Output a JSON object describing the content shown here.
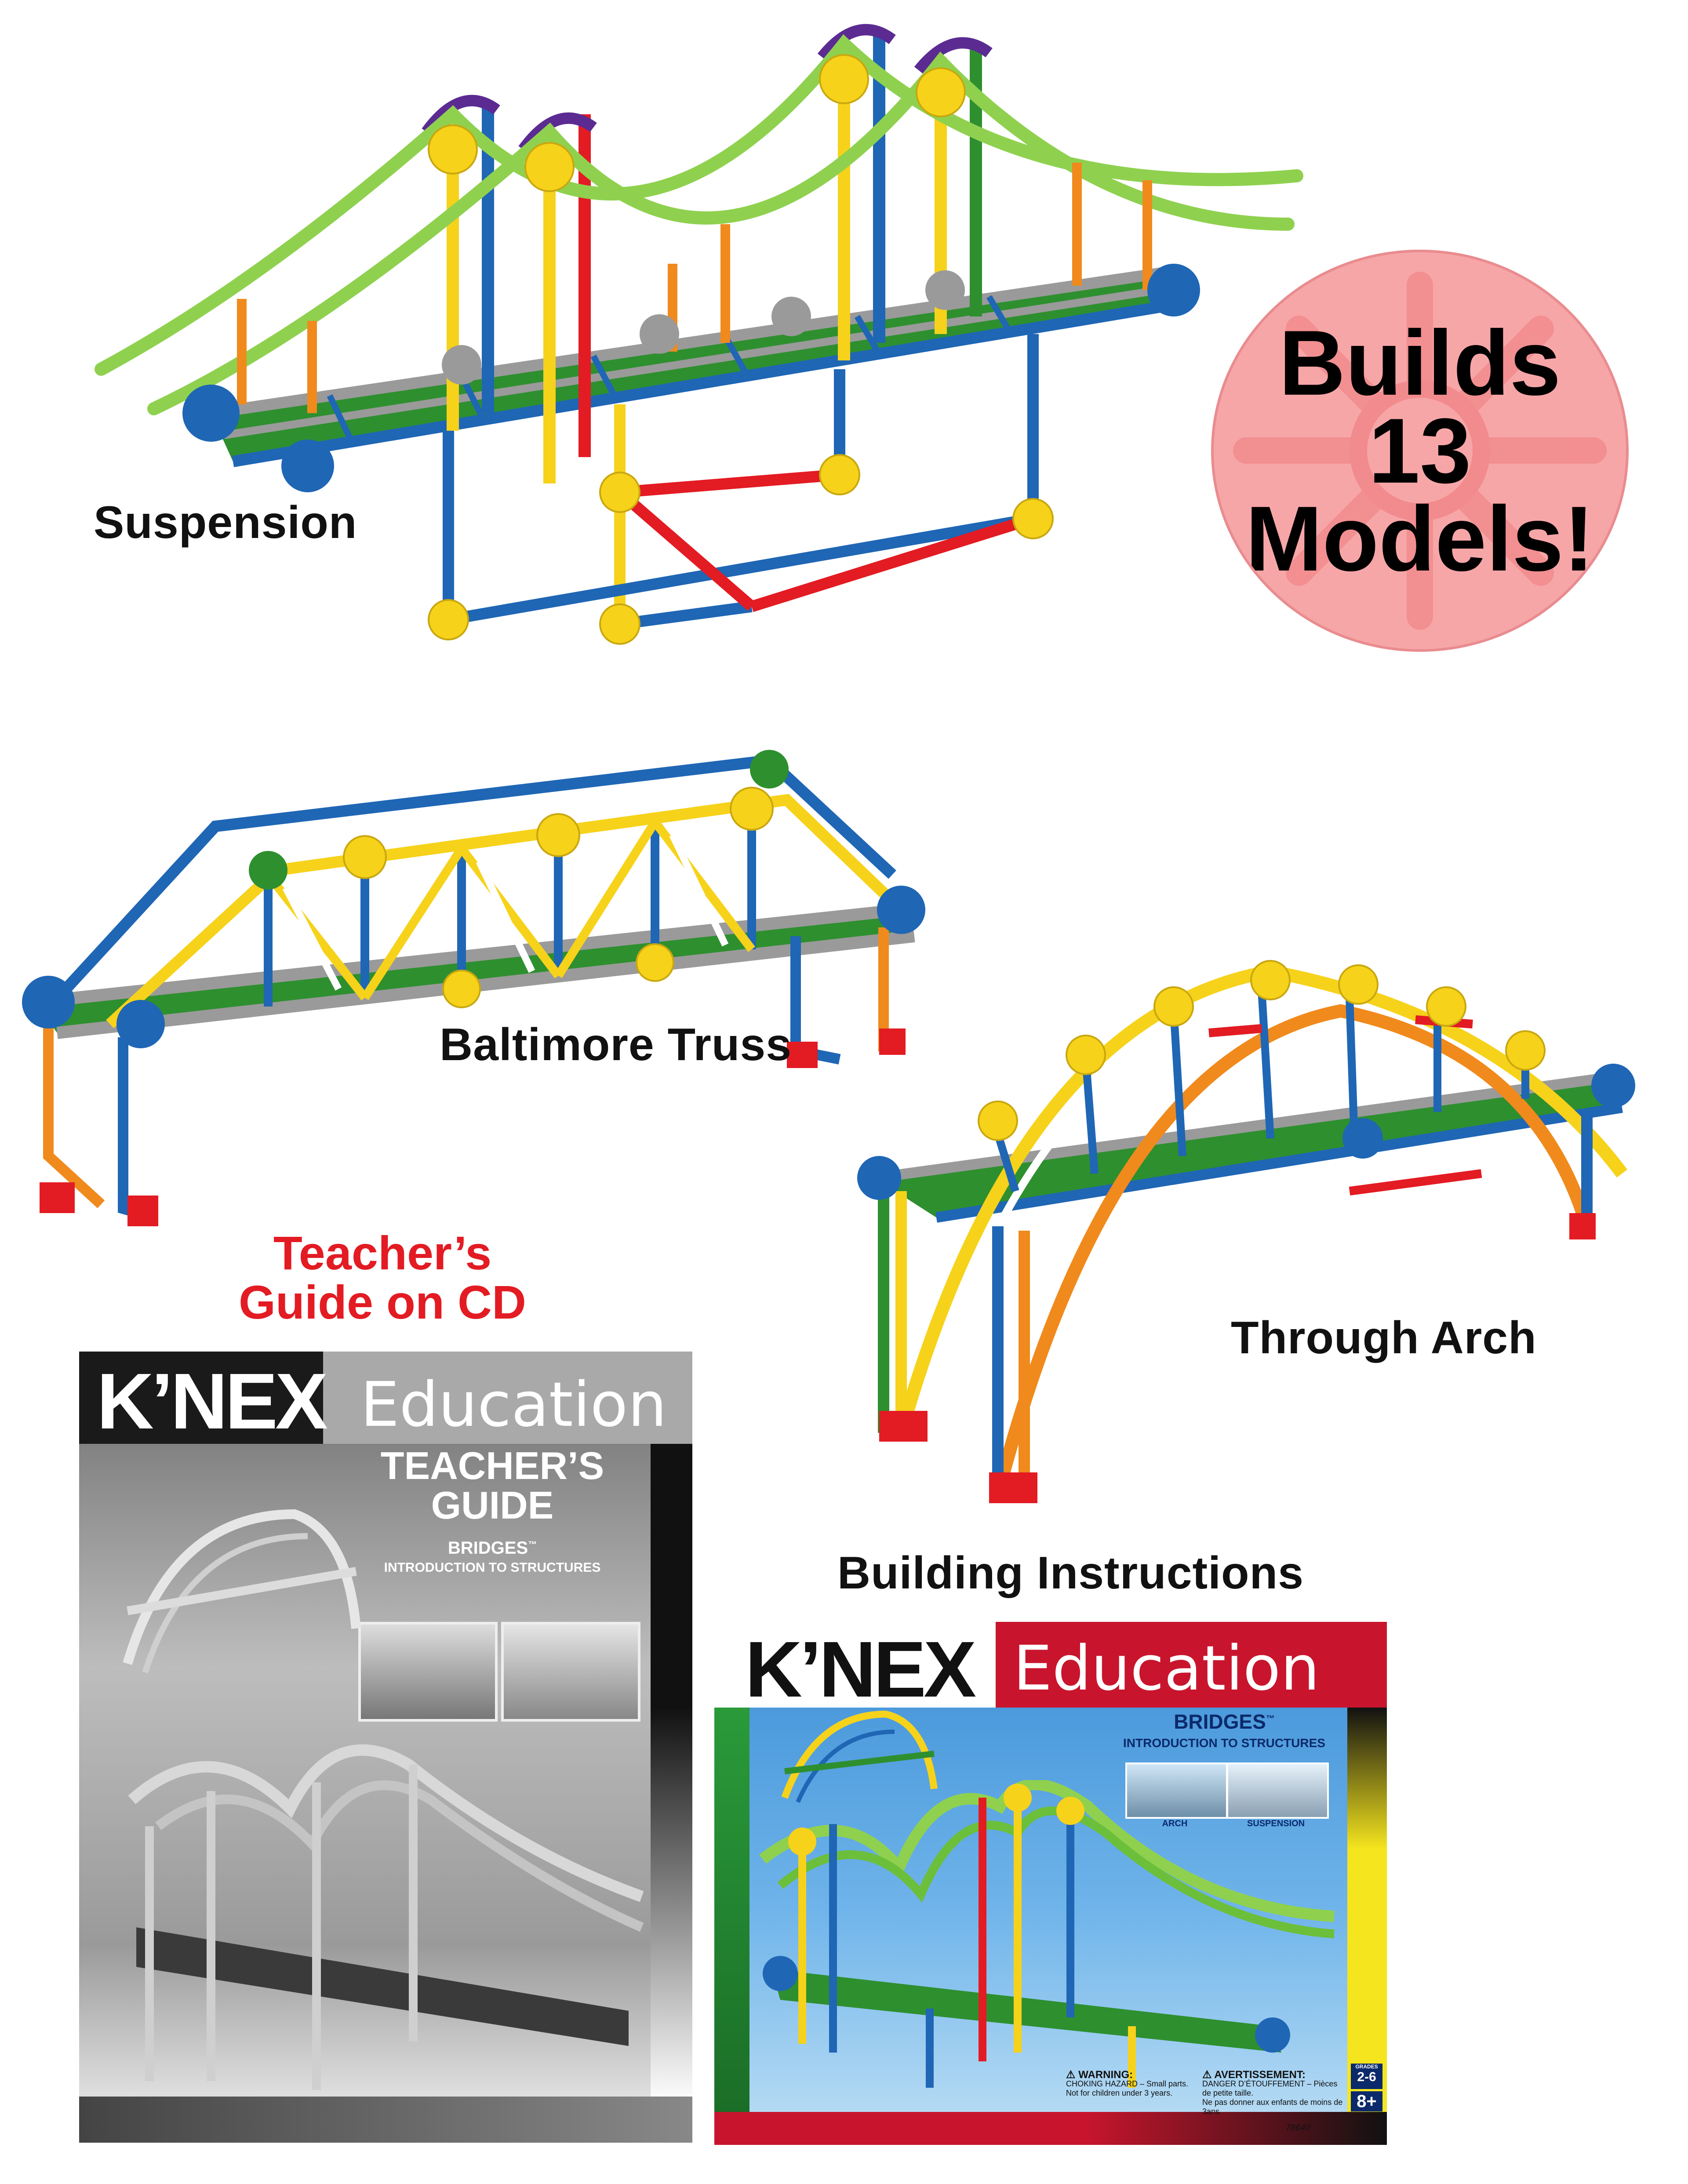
{
  "models": {
    "suspension_label": "Suspension",
    "truss_label": "Baltimore Truss",
    "arch_label": "Through Arch"
  },
  "badge": {
    "line1": "Builds",
    "line2": "13",
    "line3": "Models!"
  },
  "teacher_caption": {
    "line1": "Teacher’s",
    "line2": "Guide on CD"
  },
  "building_caption": "Building Instructions",
  "teacher_cover": {
    "brand": "K’NEX",
    "brand_sub": "Education",
    "title_line1": "TEACHER’S",
    "title_line2": "GUIDE",
    "product": "BRIDGES",
    "tm": "™",
    "subtitle": "INTRODUCTION TO STRUCTURES"
  },
  "instructions_cover": {
    "brand": "K’NEX",
    "brand_sub": "Education",
    "product": "BRIDGES",
    "tm": "™",
    "subtitle": "INTRODUCTION TO STRUCTURES",
    "thumb1_label": "ARCH",
    "thumb2_label": "SUSPENSION",
    "warning_en": "WARNING:",
    "warning_fr": "AVERTISSEMENT:",
    "warning_en_text1": "CHOKING HAZARD – Small parts.",
    "warning_en_text2": "Not for children under 3 years.",
    "warning_fr_text1": "DANGER D’ÉTOUFFEMENT – Pièces de petite taille.",
    "warning_fr_text2": "Ne pas donner aux enfants de moins de 3ans.",
    "grades_label": "GRADES",
    "grades_value": "2-6",
    "age": "8+",
    "item_number": "78640"
  },
  "colors": {
    "red": "#e31b23",
    "blue": "#1f66b5",
    "yellow": "#f6d21a",
    "green": "#2e8f2f",
    "lime": "#8fd14f",
    "purple": "#5b2b92",
    "orange": "#f08a1c",
    "gray": "#9a9a9a",
    "badge_pink": "#f7a6a8"
  }
}
